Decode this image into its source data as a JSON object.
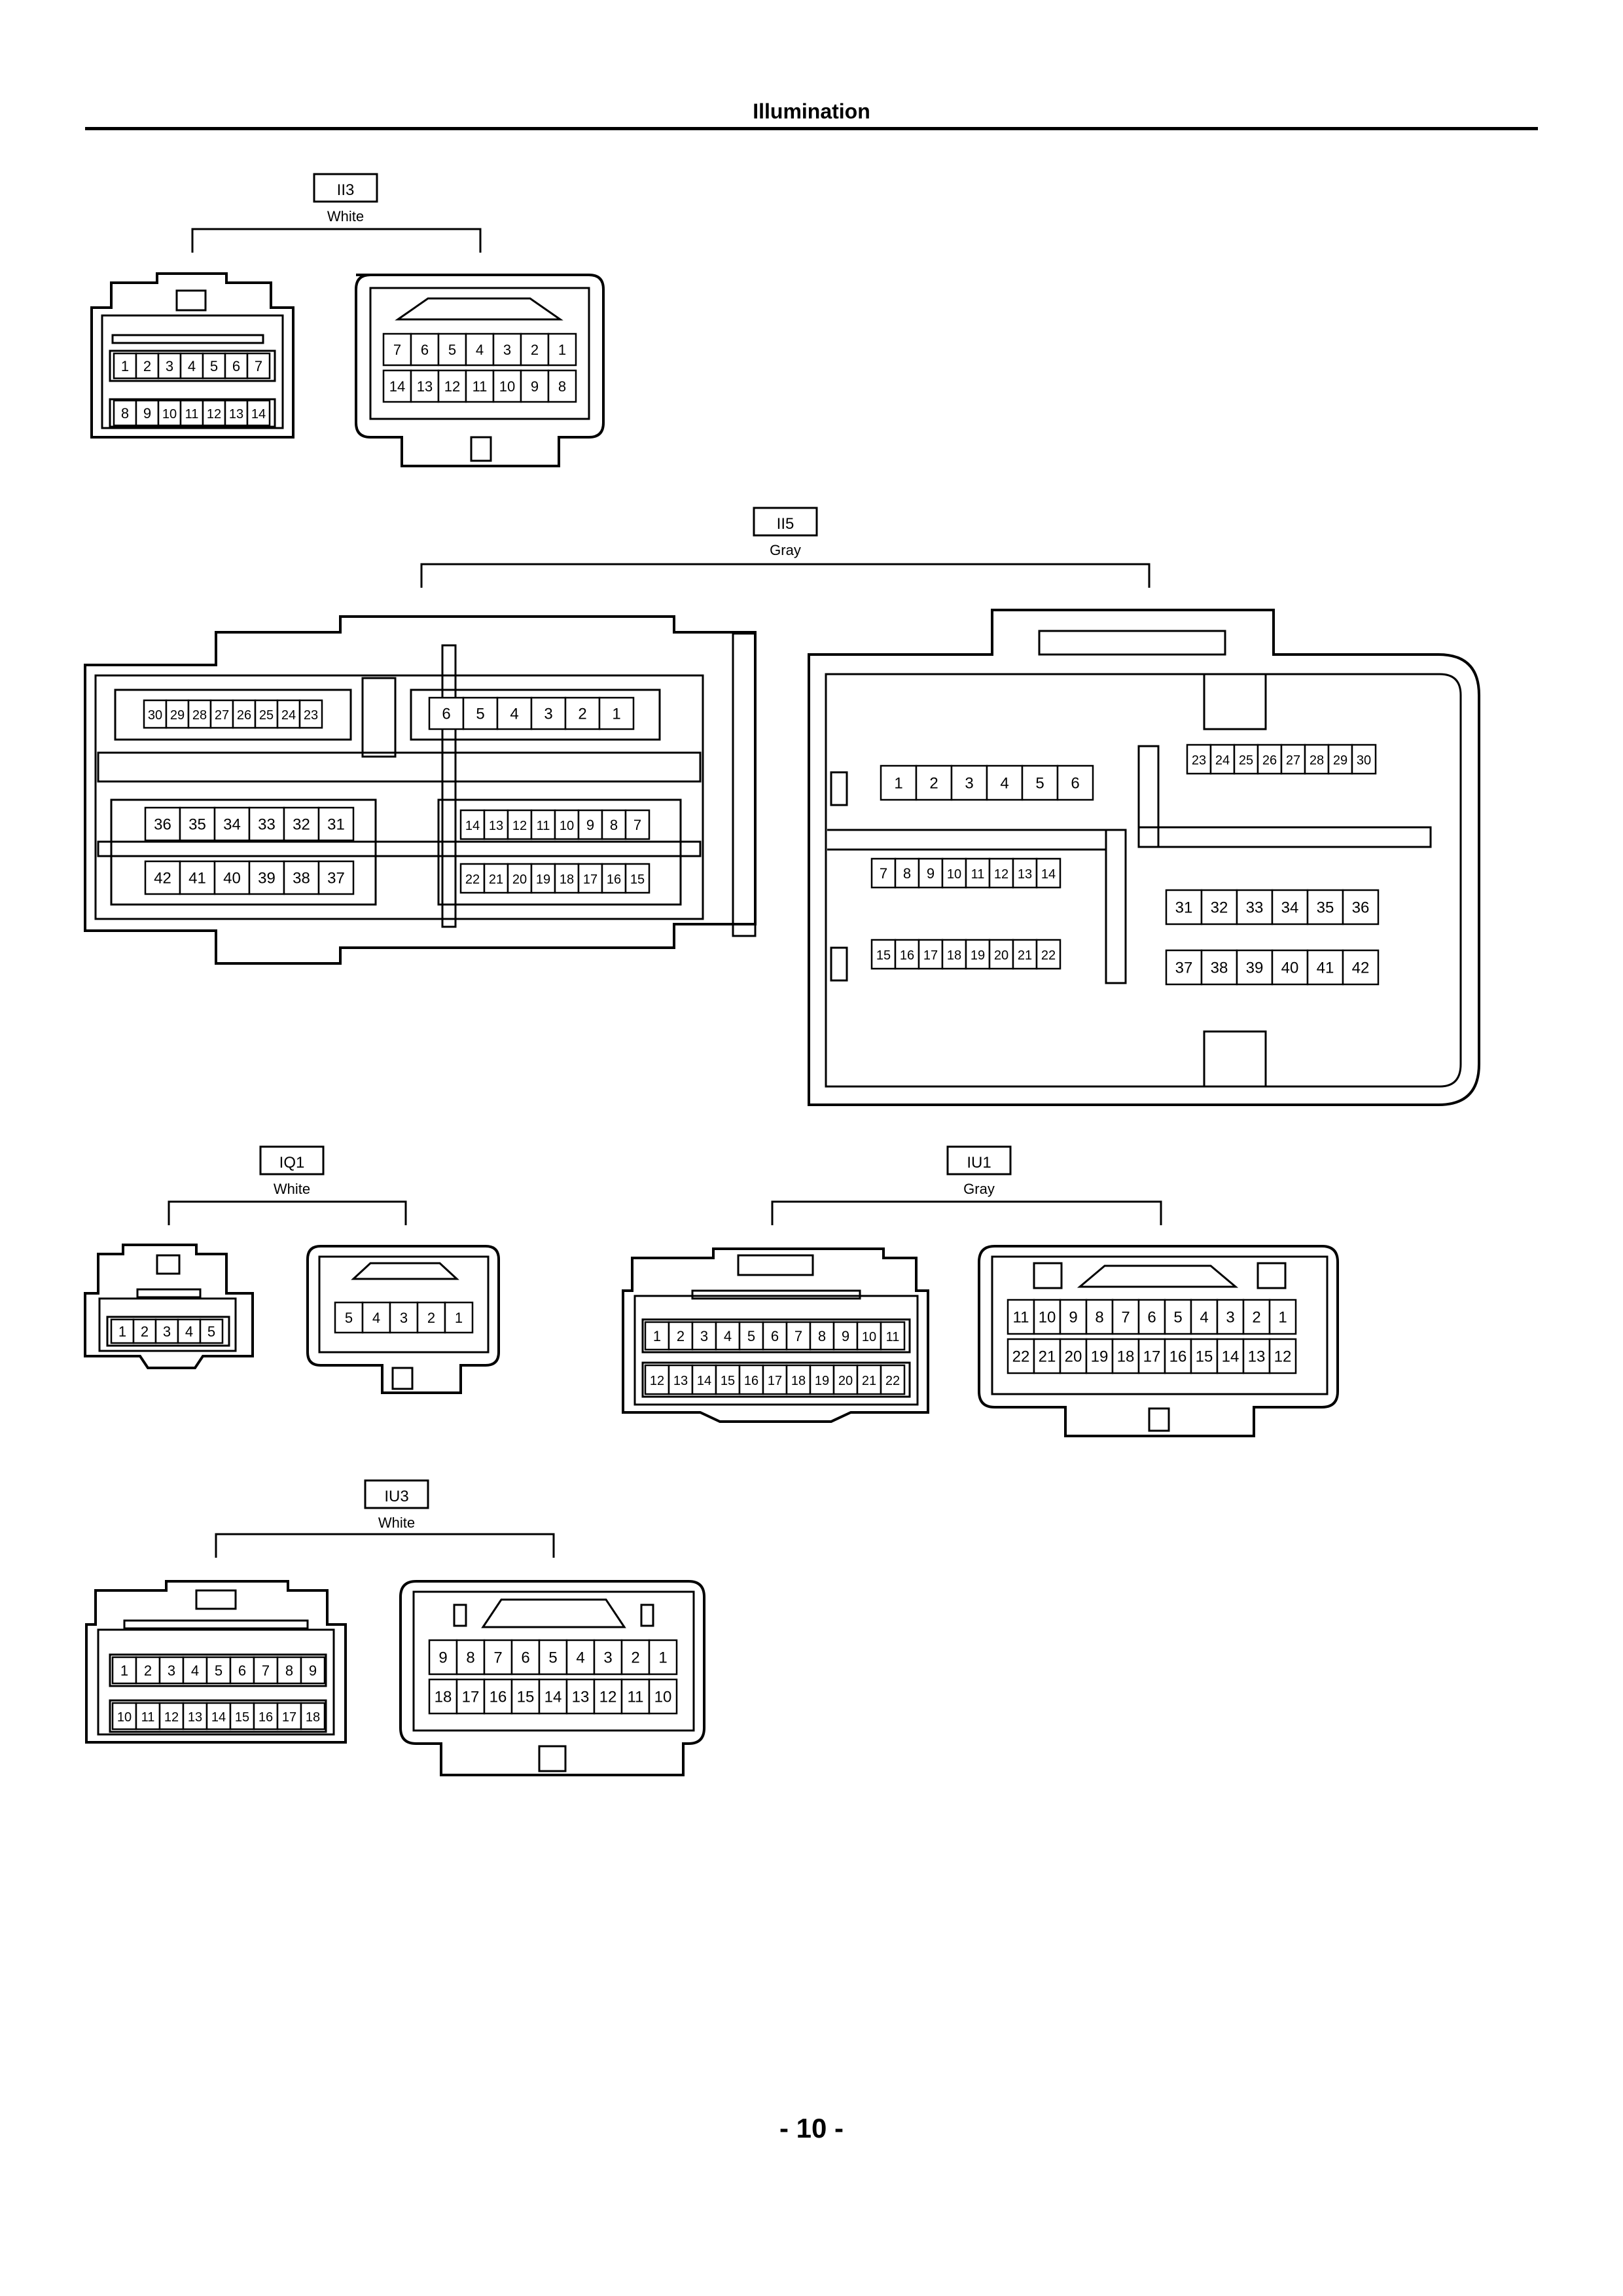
{
  "header": {
    "title": "Illumination"
  },
  "footer": {
    "page_number": "- 10 -"
  },
  "connectors": [
    {
      "code": "II3",
      "color": "White",
      "female": {
        "rows": [
          [
            "1",
            "2",
            "3",
            "4",
            "5",
            "6",
            "7"
          ],
          [
            "8",
            "9",
            "10",
            "11",
            "12",
            "13",
            "14"
          ]
        ]
      },
      "male": {
        "rows": [
          [
            "7",
            "6",
            "5",
            "4",
            "3",
            "2",
            "1"
          ],
          [
            "14",
            "13",
            "12",
            "11",
            "10",
            "9",
            "8"
          ]
        ]
      }
    },
    {
      "code": "II5",
      "color": "Gray",
      "female": {
        "rows": [
          [
            "30",
            "29",
            "28",
            "27",
            "26",
            "25",
            "24",
            "23"
          ],
          [
            "6",
            "5",
            "4",
            "3",
            "2",
            "1"
          ],
          [
            "36",
            "35",
            "34",
            "33",
            "32",
            "31"
          ],
          [
            "14",
            "13",
            "12",
            "11",
            "10",
            "9",
            "8",
            "7"
          ],
          [
            "42",
            "41",
            "40",
            "39",
            "38",
            "37"
          ],
          [
            "22",
            "21",
            "20",
            "19",
            "18",
            "17",
            "16",
            "15"
          ]
        ]
      },
      "male": {
        "rows": [
          [
            "1",
            "2",
            "3",
            "4",
            "5",
            "6"
          ],
          [
            "23",
            "24",
            "25",
            "26",
            "27",
            "28",
            "29",
            "30"
          ],
          [
            "7",
            "8",
            "9",
            "10",
            "11",
            "12",
            "13",
            "14"
          ],
          [
            "31",
            "32",
            "33",
            "34",
            "35",
            "36"
          ],
          [
            "15",
            "16",
            "17",
            "18",
            "19",
            "20",
            "21",
            "22"
          ],
          [
            "37",
            "38",
            "39",
            "40",
            "41",
            "42"
          ]
        ]
      }
    },
    {
      "code": "IQ1",
      "color": "White",
      "female": {
        "rows": [
          [
            "1",
            "2",
            "3",
            "4",
            "5"
          ]
        ]
      },
      "male": {
        "rows": [
          [
            "5",
            "4",
            "3",
            "2",
            "1"
          ]
        ]
      }
    },
    {
      "code": "IU1",
      "color": "Gray",
      "female": {
        "rows": [
          [
            "1",
            "2",
            "3",
            "4",
            "5",
            "6",
            "7",
            "8",
            "9",
            "10",
            "11"
          ],
          [
            "12",
            "13",
            "14",
            "15",
            "16",
            "17",
            "18",
            "19",
            "20",
            "21",
            "22"
          ]
        ]
      },
      "male": {
        "rows": [
          [
            "11",
            "10",
            "9",
            "8",
            "7",
            "6",
            "5",
            "4",
            "3",
            "2",
            "1"
          ],
          [
            "22",
            "21",
            "20",
            "19",
            "18",
            "17",
            "16",
            "15",
            "14",
            "13",
            "12"
          ]
        ]
      }
    },
    {
      "code": "IU3",
      "color": "White",
      "female": {
        "rows": [
          [
            "1",
            "2",
            "3",
            "4",
            "5",
            "6",
            "7",
            "8",
            "9"
          ],
          [
            "10",
            "11",
            "12",
            "13",
            "14",
            "15",
            "16",
            "17",
            "18"
          ]
        ]
      },
      "male": {
        "rows": [
          [
            "9",
            "8",
            "7",
            "6",
            "5",
            "4",
            "3",
            "2",
            "1"
          ],
          [
            "18",
            "17",
            "16",
            "15",
            "14",
            "13",
            "12",
            "11",
            "10"
          ]
        ]
      }
    }
  ]
}
